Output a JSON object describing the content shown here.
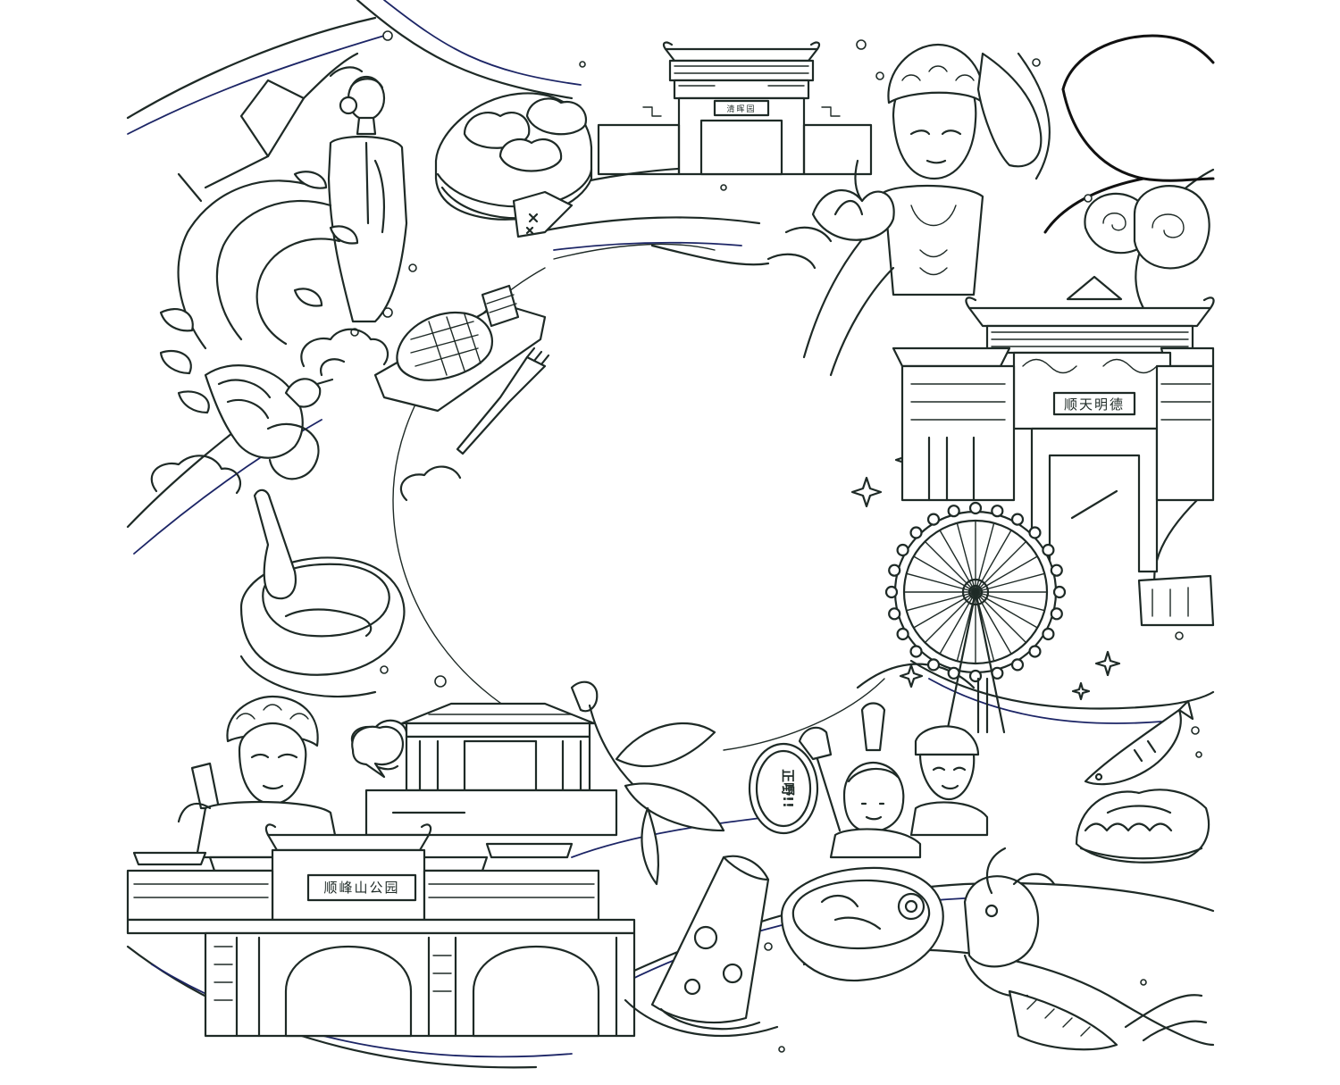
{
  "illustration": {
    "signs": {
      "top_hall": "清晖园",
      "right_gate": "顺天明德",
      "bottom_gate": "顺峰山公园",
      "fan": "正嘢!!"
    }
  }
}
